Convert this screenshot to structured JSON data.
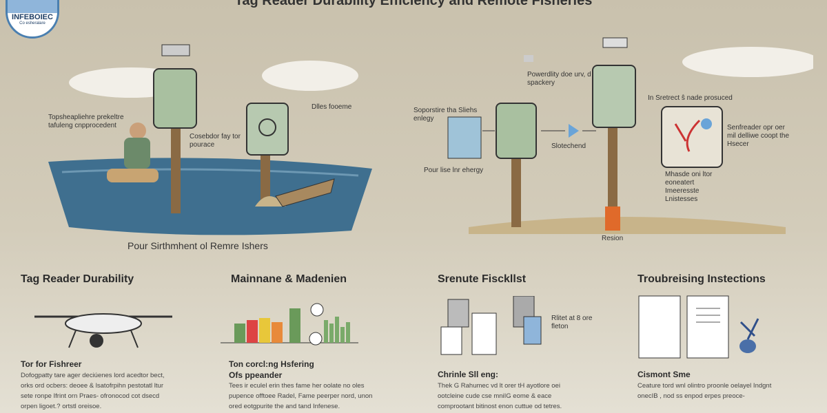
{
  "title": "Tag Reader Durability Efficiency and Remote Fisheries",
  "logo": {
    "name": "INFEBOIEC",
    "tagline": "Co esheralare"
  },
  "left_scene": {
    "label_left": "Topsheapliehre prekeltre tafuleng cnpprocedent",
    "label_mid": "Cosebdor fay tor pourace",
    "label_right": "Dlles fooeme",
    "caption": "Pour Sirthmhent ol Remre Ishers"
  },
  "right_scene": {
    "label_power": "Powerdlity doe urv, d spackery",
    "label_energy": "Soporstire tha Sliehs enlegy",
    "label_pour": "Pour lise lnr ehergy",
    "label_slot": "Slotechend",
    "label_produced": "In Sretrect ŝ nade prosuced",
    "label_reader": "Senfreader opr oer mil delliwe coopt the Hsecer",
    "label_mhasde": "Mhasde oni ltor eoneatert Imeeresste Lnistesses",
    "label_region": "Resion"
  },
  "sections": [
    {
      "heading": "Tag Reader Durability",
      "subheading": "Tor for Fishreer",
      "subheading2": "",
      "body": "Dofogpatty tare ager deciúenes lord acedtor bect, orks ord ocbers: deoee & lsatofrpihn pestotatl ltur sete ronpe Ifrint orn Praes- ofronocod cot dsecd orpen ligoet.? ortstl oreisoe."
    },
    {
      "heading": "Mainnane & Madenien",
      "subheading": "Ton corcl:ng Hsfering",
      "subheading2": "Ofs ppeander",
      "body": "Tees ir eculel erin thes fame her oolate no oles pupence offtoee Radel, Fame peerper nord, unon ored eotgpurite the and tand Infenese."
    },
    {
      "heading": "Srenute Fisckllst",
      "subheading": "Chrinle Sll eng:",
      "subheading2": "",
      "body": "Thek G Rahumec vd lt orer tH ayotlore oei ootcleine cude cse mniIG eome & eace comprootant bitinost enon cuttue od tetres.",
      "note": "Rlitet at 8 ore fleton"
    },
    {
      "heading": "Troubreising Instections",
      "subheading": "Cismont Sme",
      "subheading2": "",
      "body": "Ceature tord wnl olintro proonle oelayel Indgnt onecIB , nod ss enpod erpes preoce-"
    }
  ],
  "colors": {
    "water": "#3f6f8f",
    "device": "#a9c0a0",
    "pole": "#8a6a44",
    "accent_orange": "#e06a2a"
  }
}
